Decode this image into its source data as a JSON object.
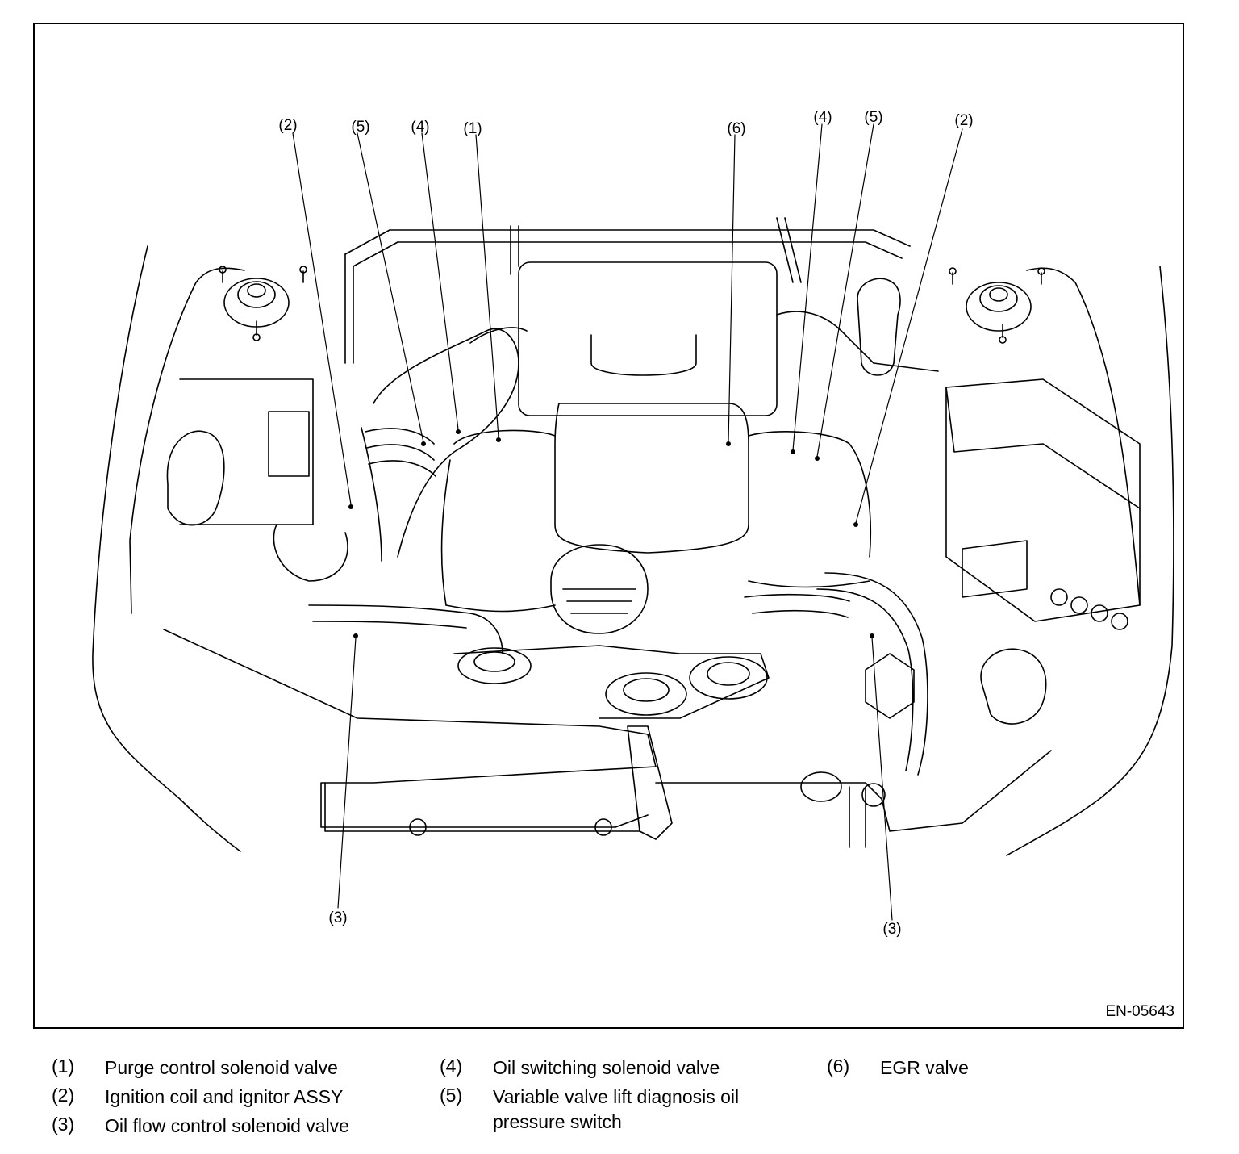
{
  "figure_code": "EN-05643",
  "callouts": [
    "(1)",
    "(2)",
    "(3)",
    "(4)",
    "(5)",
    "(6)"
  ],
  "legend": [
    {
      "num": "(1)",
      "text": "Purge control solenoid valve"
    },
    {
      "num": "(2)",
      "text": "Ignition coil and ignitor ASSY"
    },
    {
      "num": "(3)",
      "text": "Oil flow control solenoid valve"
    },
    {
      "num": "(4)",
      "text": "Oil switching solenoid valve"
    },
    {
      "num": "(5)",
      "text": "Variable valve lift diagnosis oil\npressure switch"
    },
    {
      "num": "(6)",
      "text": "EGR valve"
    }
  ]
}
